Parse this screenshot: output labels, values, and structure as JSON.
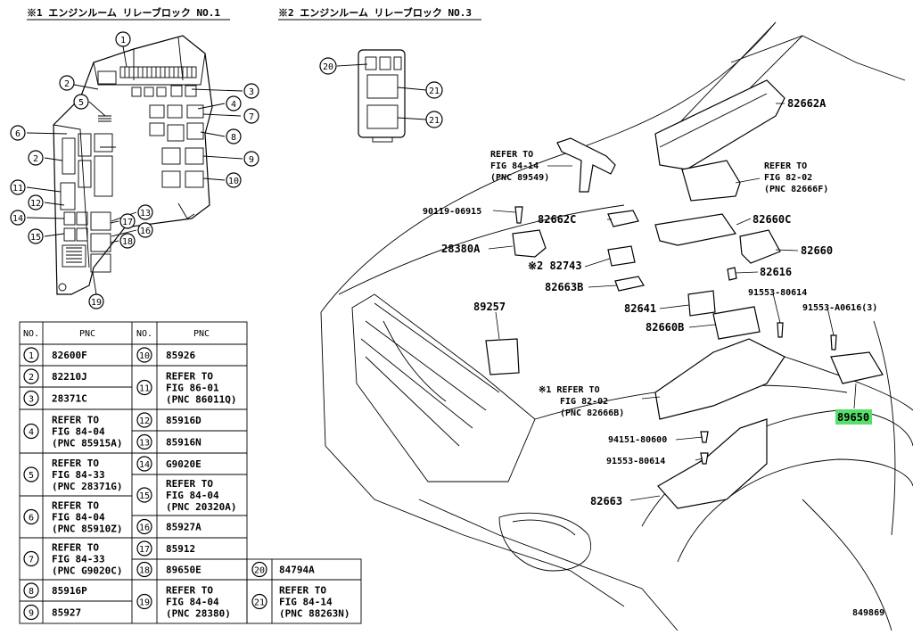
{
  "titles": {
    "relay_block_1": "※1 エンジンルーム リレーブロック NO.1",
    "relay_block_3": "※2 エンジンルーム リレーブロック NO.3"
  },
  "relay_block_1_callouts": [
    "1",
    "2",
    "3",
    "4",
    "5",
    "6",
    "7",
    "8",
    "9",
    "10",
    "11",
    "12",
    "13",
    "14",
    "15",
    "16",
    "17",
    "18",
    "19",
    "2"
  ],
  "relay_block_3_callouts": [
    "20",
    "21",
    "21"
  ],
  "parts": {
    "p82662A": "82662A",
    "ref_8414_1": "REFER TO",
    "ref_8414_2": "FIG 84-14",
    "ref_8414_3": "(PNC 89549)",
    "ref_8202_1": "REFER TO",
    "ref_8202_2": "FIG 82-02",
    "ref_8202_3": "(PNC 82666F)",
    "p90119": "90119-06915",
    "p82662C": "82662C",
    "p82660C": "82660C",
    "p28380A": "28380A",
    "p82743": "※2 82743",
    "p82660": "82660",
    "p82616": "82616",
    "p82663B": "82663B",
    "p91553_80614a": "91553-80614",
    "p91553_A0616": "91553-A0616(3)",
    "p89257": "89257",
    "p82641": "82641",
    "p82660B": "82660B",
    "ref1_1": "※1 REFER TO",
    "ref1_2": "FIG 82-02",
    "ref1_3": "(PNC 82666B)",
    "p89650": "89650",
    "p94151": "94151-80600",
    "p91553_80614b": "91553-80614",
    "p82663": "82663",
    "diagram_id": "849869"
  },
  "highlight_color": "#55e06a",
  "table": {
    "headers": [
      "NO.",
      "PNC",
      "NO.",
      "PNC"
    ],
    "left": [
      {
        "no": "1",
        "pnc": [
          "82600F"
        ]
      },
      {
        "no": "2",
        "pnc": [
          "82210J"
        ]
      },
      {
        "no": "3",
        "pnc": [
          "28371C"
        ]
      },
      {
        "no": "4",
        "pnc": [
          "REFER TO",
          "FIG 84-04",
          "(PNC 85915A)"
        ]
      },
      {
        "no": "5",
        "pnc": [
          "REFER TO",
          "FIG 84-33",
          "(PNC 28371G)"
        ]
      },
      {
        "no": "6",
        "pnc": [
          "REFER TO",
          "FIG 84-04",
          "(PNC 85910Z)"
        ]
      },
      {
        "no": "7",
        "pnc": [
          "REFER TO",
          "FIG 84-33",
          "(PNC G9020C)"
        ]
      },
      {
        "no": "8",
        "pnc": [
          "85916P"
        ]
      },
      {
        "no": "9",
        "pnc": [
          "85927"
        ]
      }
    ],
    "right": [
      {
        "no": "10",
        "pnc": [
          "85926"
        ]
      },
      {
        "no": "11",
        "pnc": [
          "REFER TO",
          "FIG 86-01",
          "(PNC 86011Q)"
        ]
      },
      {
        "no": "12",
        "pnc": [
          "85916D"
        ]
      },
      {
        "no": "13",
        "pnc": [
          "85916N"
        ]
      },
      {
        "no": "14",
        "pnc": [
          "G9020E"
        ]
      },
      {
        "no": "15",
        "pnc": [
          "REFER TO",
          "FIG 84-04",
          "(PNC 20320A)"
        ]
      },
      {
        "no": "16",
        "pnc": [
          "85927A"
        ]
      },
      {
        "no": "17",
        "pnc": [
          "85912"
        ]
      },
      {
        "no": "18",
        "pnc": [
          "89650E"
        ]
      },
      {
        "no": "19",
        "pnc": [
          "REFER TO",
          "FIG 84-04",
          "(PNC 28380)"
        ]
      }
    ],
    "extra": [
      {
        "no": "20",
        "pnc": [
          "84794A"
        ]
      },
      {
        "no": "21",
        "pnc": [
          "REFER TO",
          "FIG 84-14",
          "(PNC 88263N)"
        ]
      }
    ]
  }
}
